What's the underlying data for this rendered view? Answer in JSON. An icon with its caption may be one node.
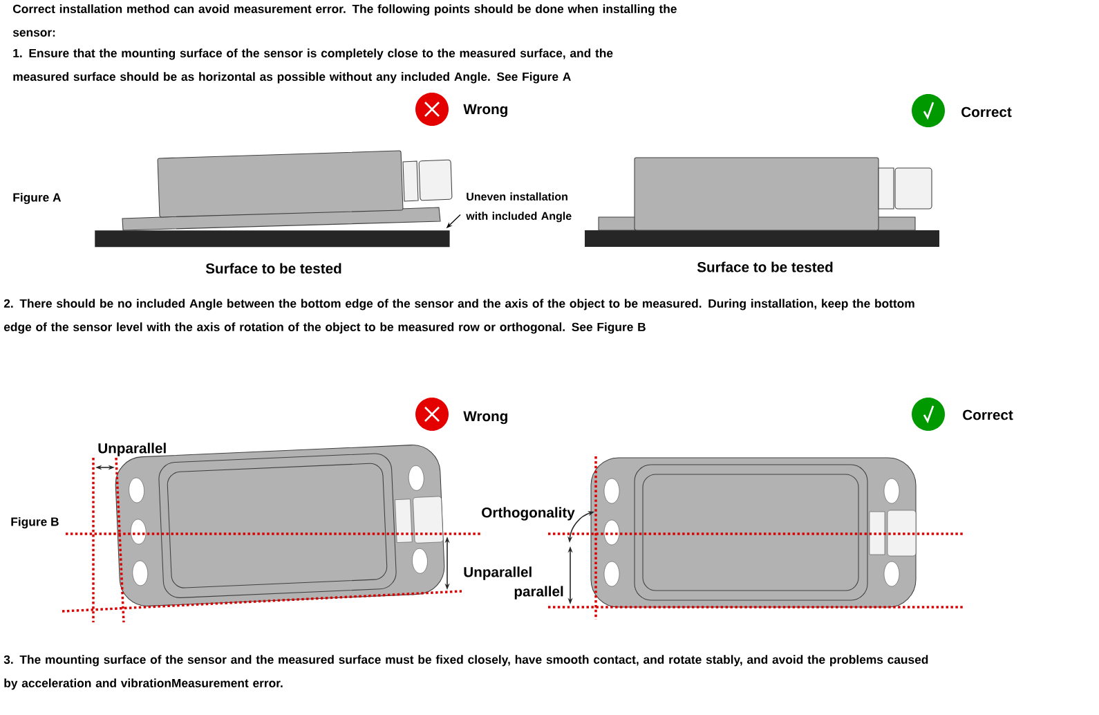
{
  "diagram": {
    "nodes": [
      {
        "text": [
          "Uneven installation with included Angle"
        ]
      },
      {
        "text": [],
        "shape": "bar"
      }
    ],
    "edges": [
      {
        "from": 0,
        "to": 1,
        "arrow": "to"
      }
    ],
    "labels": [
      "Correct installation method can avoid measurement error. The following points should be done when installing the sensor:",
      "1. Ensure that the mounting surface of the sensor is completely close to the measured surface, and the measured surface should be as horizontal as possible without any included Angle. See Figure A",
      "Wrong",
      "Correct",
      "Figure A",
      "Surface to be tested",
      "Surface to be tested",
      "2. There should be no included Angle between the bottom edge of the sensor and the axis of the object to be measured. During installation, keep the bottom edge of the sensor level with the axis of rotation of the object to be measured row or orthogonal. See Figure B",
      "Wrong",
      "Correct",
      "Unparallel",
      "Figure B",
      "Orthogonality",
      "Unparallel",
      "parallel",
      "3. The mounting surface of the sensor and the measured surface must be fixed closely, have smooth contact, and rotate stably, and avoid the problems caused by acceleration and vibrationMeasurement error."
    ]
  }
}
